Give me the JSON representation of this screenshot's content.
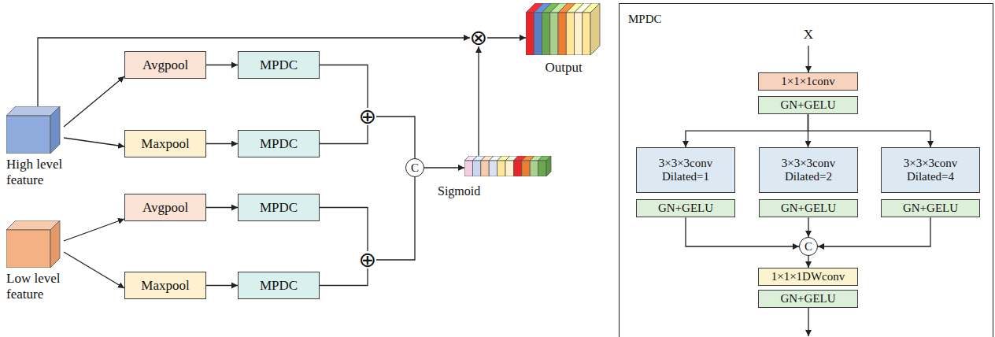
{
  "diagram": {
    "nodes": [
      {
        "text": [
          "High level feature"
        ]
      },
      {
        "text": [
          "Avgpool"
        ]
      },
      {
        "text": [
          "Maxpool"
        ]
      },
      {
        "text": [
          "MPDC"
        ]
      },
      {
        "text": [
          "MPDC"
        ]
      },
      {
        "text": [
          "⊕"
        ]
      },
      {
        "text": [
          "Low level feature"
        ]
      },
      {
        "text": [
          "Avgpool"
        ]
      },
      {
        "text": [
          "Maxpool"
        ]
      },
      {
        "text": [
          "MPDC"
        ]
      },
      {
        "text": [
          "MPDC"
        ]
      },
      {
        "text": [
          "⊕"
        ]
      },
      {
        "text": [
          "C"
        ]
      },
      {
        "text": [
          "Sigmoid"
        ]
      },
      {
        "text": [
          "⊗"
        ]
      },
      {
        "text": [
          "Output"
        ]
      },
      {
        "text": [
          "MPDC"
        ]
      },
      {
        "text": [
          "1×1×1conv"
        ],
        "in": 16
      },
      {
        "text": [
          "GN+GELU"
        ],
        "in": 16
      },
      {
        "text": [
          "3×3×3conv Dilated=1"
        ],
        "in": 16
      },
      {
        "text": [
          "GN+GELU"
        ],
        "in": 16
      },
      {
        "text": [
          "3×3×3conv Dilated=2"
        ],
        "in": 16
      },
      {
        "text": [
          "GN+GELU"
        ],
        "in": 16
      },
      {
        "text": [
          "3×3×3conv Dilated=4"
        ],
        "in": 16
      },
      {
        "text": [
          "GN+GELU"
        ],
        "in": 16
      },
      {
        "text": [
          "C"
        ],
        "in": 16
      },
      {
        "text": [
          "1×1×1DWconv"
        ],
        "in": 16
      },
      {
        "text": [
          "GN+GELU"
        ],
        "in": 16
      }
    ],
    "edges": [
      {
        "from": 0,
        "to": 1,
        "arrow": "to"
      },
      {
        "from": 0,
        "to": 2,
        "arrow": "to"
      },
      {
        "from": 1,
        "to": 3,
        "arrow": "to"
      },
      {
        "from": 2,
        "to": 4,
        "arrow": "to"
      },
      {
        "from": 3,
        "to": 5,
        "arrow": "none"
      },
      {
        "from": 4,
        "to": 5,
        "arrow": "none"
      },
      {
        "from": 6,
        "to": 7,
        "arrow": "to"
      },
      {
        "from": 6,
        "to": 8,
        "arrow": "to"
      },
      {
        "from": 7,
        "to": 9,
        "arrow": "to"
      },
      {
        "from": 8,
        "to": 10,
        "arrow": "to"
      },
      {
        "from": 9,
        "to": 11,
        "arrow": "none"
      },
      {
        "from": 10,
        "to": 11,
        "arrow": "none"
      },
      {
        "from": 5,
        "to": 12,
        "arrow": "none"
      },
      {
        "from": 11,
        "to": 12,
        "arrow": "none"
      },
      {
        "from": 12,
        "to": 13,
        "arrow": "to"
      },
      {
        "from": 13,
        "to": 14,
        "arrow": "to"
      },
      {
        "from": 0,
        "to": 14,
        "arrow": "to"
      },
      {
        "from": 14,
        "to": 15,
        "arrow": "to"
      },
      {
        "from": 18,
        "to": 19,
        "arrow": "to"
      },
      {
        "from": 18,
        "to": 21,
        "arrow": "to"
      },
      {
        "from": 18,
        "to": 23,
        "arrow": "to"
      },
      {
        "from": 20,
        "to": 25,
        "arrow": "to"
      },
      {
        "from": 22,
        "to": 25,
        "arrow": "to"
      },
      {
        "from": 24,
        "to": 25,
        "arrow": "to"
      },
      {
        "from": 25,
        "to": 26,
        "arrow": "to"
      }
    ],
    "labels": [
      "X"
    ]
  }
}
